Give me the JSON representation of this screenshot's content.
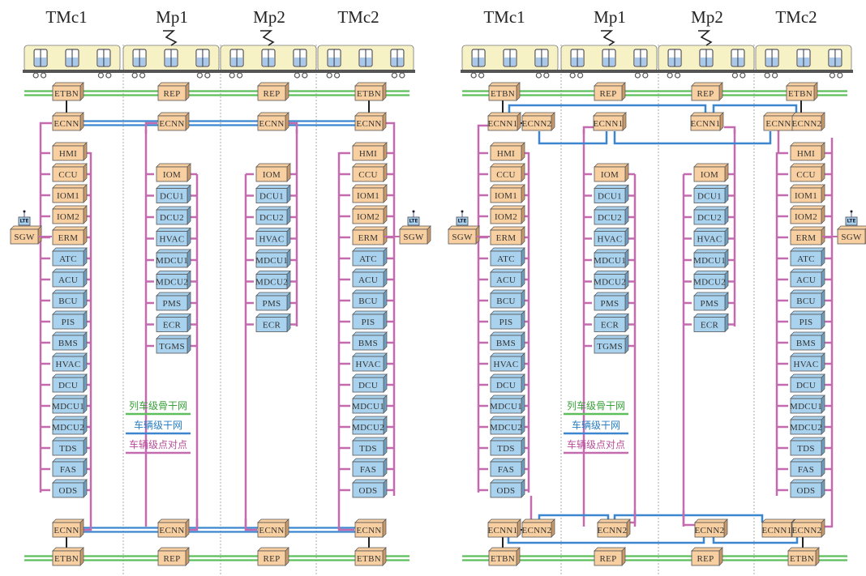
{
  "colors": {
    "train_backbone": "#5cbf5c",
    "vehicle_backbone": "#3b86cf",
    "point_to_point": "#c46bb0",
    "orange_box": "#f8cfa0",
    "blue_box": "#a9d2ee",
    "car_body": "#f7f2c6",
    "divider": "#aaaaaa"
  },
  "diagrams": [
    {
      "id": "left",
      "cars": [
        "TMc1",
        "Mp1",
        "Mp2",
        "TMc2"
      ],
      "top_train_bus": [
        "ETBN",
        "REP",
        "REP",
        "ETBN"
      ],
      "top_vehicle_bus": [
        "ECNN",
        "ECNN",
        "ECNN",
        "ECNN"
      ],
      "bottom_vehicle_bus": [
        "ECNN",
        "ECNN",
        "ECNN",
        "ECNN"
      ],
      "bottom_train_bus": [
        "ETBN",
        "REP",
        "REP",
        "ETBN"
      ],
      "end_car_devices": [
        {
          "label": "HMI",
          "type": "orange"
        },
        {
          "label": "CCU",
          "type": "orange"
        },
        {
          "label": "IOM1",
          "type": "orange"
        },
        {
          "label": "IOM2",
          "type": "orange"
        },
        {
          "label": "ERM",
          "type": "orange"
        },
        {
          "label": "ATC",
          "type": "blue"
        },
        {
          "label": "ACU",
          "type": "blue"
        },
        {
          "label": "BCU",
          "type": "blue"
        },
        {
          "label": "PIS",
          "type": "blue"
        },
        {
          "label": "BMS",
          "type": "blue"
        },
        {
          "label": "HVAC",
          "type": "blue"
        },
        {
          "label": "DCU",
          "type": "blue"
        },
        {
          "label": "MDCU1",
          "type": "blue"
        },
        {
          "label": "MDCU2",
          "type": "blue"
        },
        {
          "label": "TDS",
          "type": "blue"
        },
        {
          "label": "FAS",
          "type": "blue"
        },
        {
          "label": "ODS",
          "type": "blue"
        }
      ],
      "mp1_devices": [
        {
          "label": "IOM",
          "type": "orange"
        },
        {
          "label": "DCU1",
          "type": "blue"
        },
        {
          "label": "DCU2",
          "type": "blue"
        },
        {
          "label": "HVAC",
          "type": "blue"
        },
        {
          "label": "MDCU1",
          "type": "blue"
        },
        {
          "label": "MDCU2",
          "type": "blue"
        },
        {
          "label": "PMS",
          "type": "blue"
        },
        {
          "label": "ECR",
          "type": "blue"
        },
        {
          "label": "TGMS",
          "type": "blue"
        }
      ],
      "mp2_devices": [
        {
          "label": "IOM",
          "type": "orange"
        },
        {
          "label": "DCU1",
          "type": "blue"
        },
        {
          "label": "DCU2",
          "type": "blue"
        },
        {
          "label": "HVAC",
          "type": "blue"
        },
        {
          "label": "MDCU1",
          "type": "blue"
        },
        {
          "label": "MDCU2",
          "type": "blue"
        },
        {
          "label": "PMS",
          "type": "blue"
        },
        {
          "label": "ECR",
          "type": "blue"
        }
      ],
      "gateway": {
        "label": "SGW",
        "antenna": "LTE"
      },
      "legend": [
        "列车级骨干网",
        "车辆级干网",
        "车辆级点对点"
      ]
    },
    {
      "id": "right",
      "cars": [
        "TMc1",
        "Mp1",
        "Mp2",
        "TMc2"
      ],
      "top_train_bus": [
        "ETBN",
        "REP",
        "REP",
        "ETBN"
      ],
      "top_vehicle_bus_a": [
        "ECNN1",
        "ECNN1",
        "ECNN1",
        "ECNN"
      ],
      "top_vehicle_bus_b": [
        "ECNN2",
        "ECNN2"
      ],
      "bottom_vehicle_bus_a": [
        "ECNN1",
        "ECNN2",
        "ECNN2",
        "ECNN1"
      ],
      "bottom_vehicle_bus_b": [
        "ECNN2",
        "ECNN2"
      ],
      "bottom_train_bus": [
        "ETBN",
        "REP",
        "REP",
        "ETBN"
      ],
      "end_car_devices": [
        {
          "label": "HMI",
          "type": "orange"
        },
        {
          "label": "CCU",
          "type": "orange"
        },
        {
          "label": "IOM1",
          "type": "orange"
        },
        {
          "label": "IOM2",
          "type": "orange"
        },
        {
          "label": "ERM",
          "type": "orange"
        },
        {
          "label": "ATC",
          "type": "blue"
        },
        {
          "label": "ACU",
          "type": "blue"
        },
        {
          "label": "BCU",
          "type": "blue"
        },
        {
          "label": "PIS",
          "type": "blue"
        },
        {
          "label": "BMS",
          "type": "blue"
        },
        {
          "label": "HVAC",
          "type": "blue"
        },
        {
          "label": "DCU",
          "type": "blue"
        },
        {
          "label": "MDCU1",
          "type": "blue"
        },
        {
          "label": "MDCU2",
          "type": "blue"
        },
        {
          "label": "TDS",
          "type": "blue"
        },
        {
          "label": "FAS",
          "type": "blue"
        },
        {
          "label": "ODS",
          "type": "blue"
        }
      ],
      "mp1_devices": [
        {
          "label": "IOM",
          "type": "orange"
        },
        {
          "label": "DCU1",
          "type": "blue"
        },
        {
          "label": "DCU2",
          "type": "blue"
        },
        {
          "label": "HVAC",
          "type": "blue"
        },
        {
          "label": "MDCU1",
          "type": "blue"
        },
        {
          "label": "MDCU2",
          "type": "blue"
        },
        {
          "label": "PMS",
          "type": "blue"
        },
        {
          "label": "ECR",
          "type": "blue"
        },
        {
          "label": "TGMS",
          "type": "blue"
        }
      ],
      "mp2_devices": [
        {
          "label": "IOM",
          "type": "orange"
        },
        {
          "label": "DCU1",
          "type": "blue"
        },
        {
          "label": "DCU2",
          "type": "blue"
        },
        {
          "label": "HVAC",
          "type": "blue"
        },
        {
          "label": "MDCU1",
          "type": "blue"
        },
        {
          "label": "MDCU2",
          "type": "blue"
        },
        {
          "label": "PMS",
          "type": "blue"
        },
        {
          "label": "ECR",
          "type": "blue"
        }
      ],
      "gateway": {
        "label": "SGW",
        "antenna": "LTE"
      },
      "legend": [
        "列车级骨干网",
        "车辆级干网",
        "车辆级点对点"
      ]
    }
  ]
}
